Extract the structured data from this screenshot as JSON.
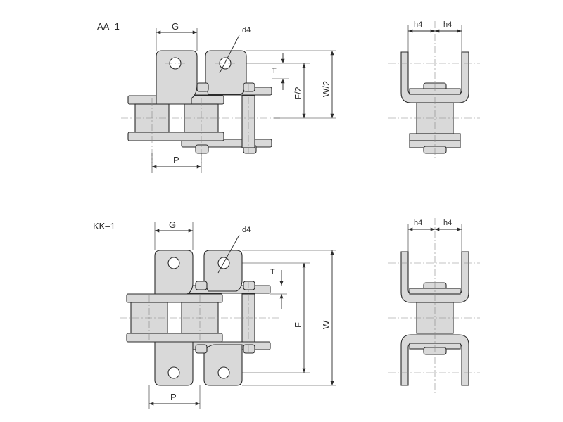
{
  "diagrams": [
    {
      "title": "AA–1",
      "labels": {
        "g": "G",
        "d4": "d4",
        "t": "T",
        "f": "F/2",
        "w": "W/2",
        "p": "P",
        "h4_left": "h4",
        "h4_right": "h4"
      }
    },
    {
      "title": "KK–1",
      "labels": {
        "g": "G",
        "d4": "d4",
        "t": "T",
        "f": "F",
        "w": "W",
        "p": "P",
        "h4_left": "h4",
        "h4_right": "h4"
      }
    }
  ]
}
